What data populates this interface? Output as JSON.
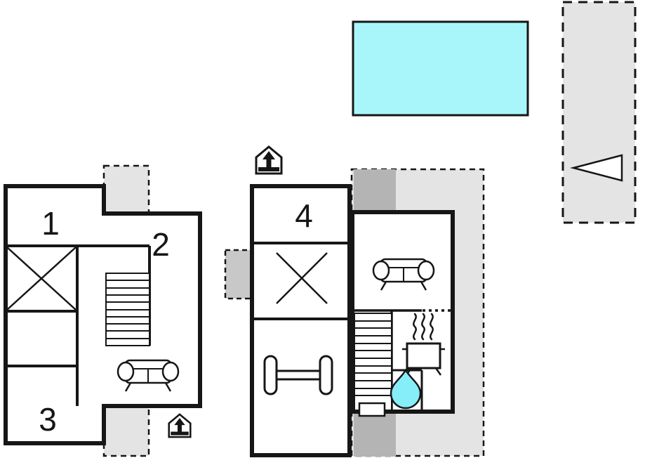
{
  "page": {
    "background": "#ffffff"
  },
  "colors": {
    "pool": "#a8f6fa",
    "terrace": "#e4e4e4",
    "block": "#b4b4b4",
    "block_dashed": "#c8c8c8",
    "wall": "#161616",
    "drop": "#86eef8",
    "white": "#ffffff"
  },
  "labels": {
    "room1": "1",
    "room2": "2",
    "room3": "3",
    "room4": "4"
  },
  "icons": {
    "pool": "swimming-pool",
    "direction_arrow": "direction-arrow-icon",
    "entrance": "house-entrance-icon",
    "sofa": "sofa-icon",
    "stairs": "stairs-icon",
    "x_mark": "x-mark-icon",
    "dumbbell": "dumbbell-icon",
    "sauna_stove": "sauna-stove-icon",
    "shower_drop": "water-drop-icon"
  }
}
